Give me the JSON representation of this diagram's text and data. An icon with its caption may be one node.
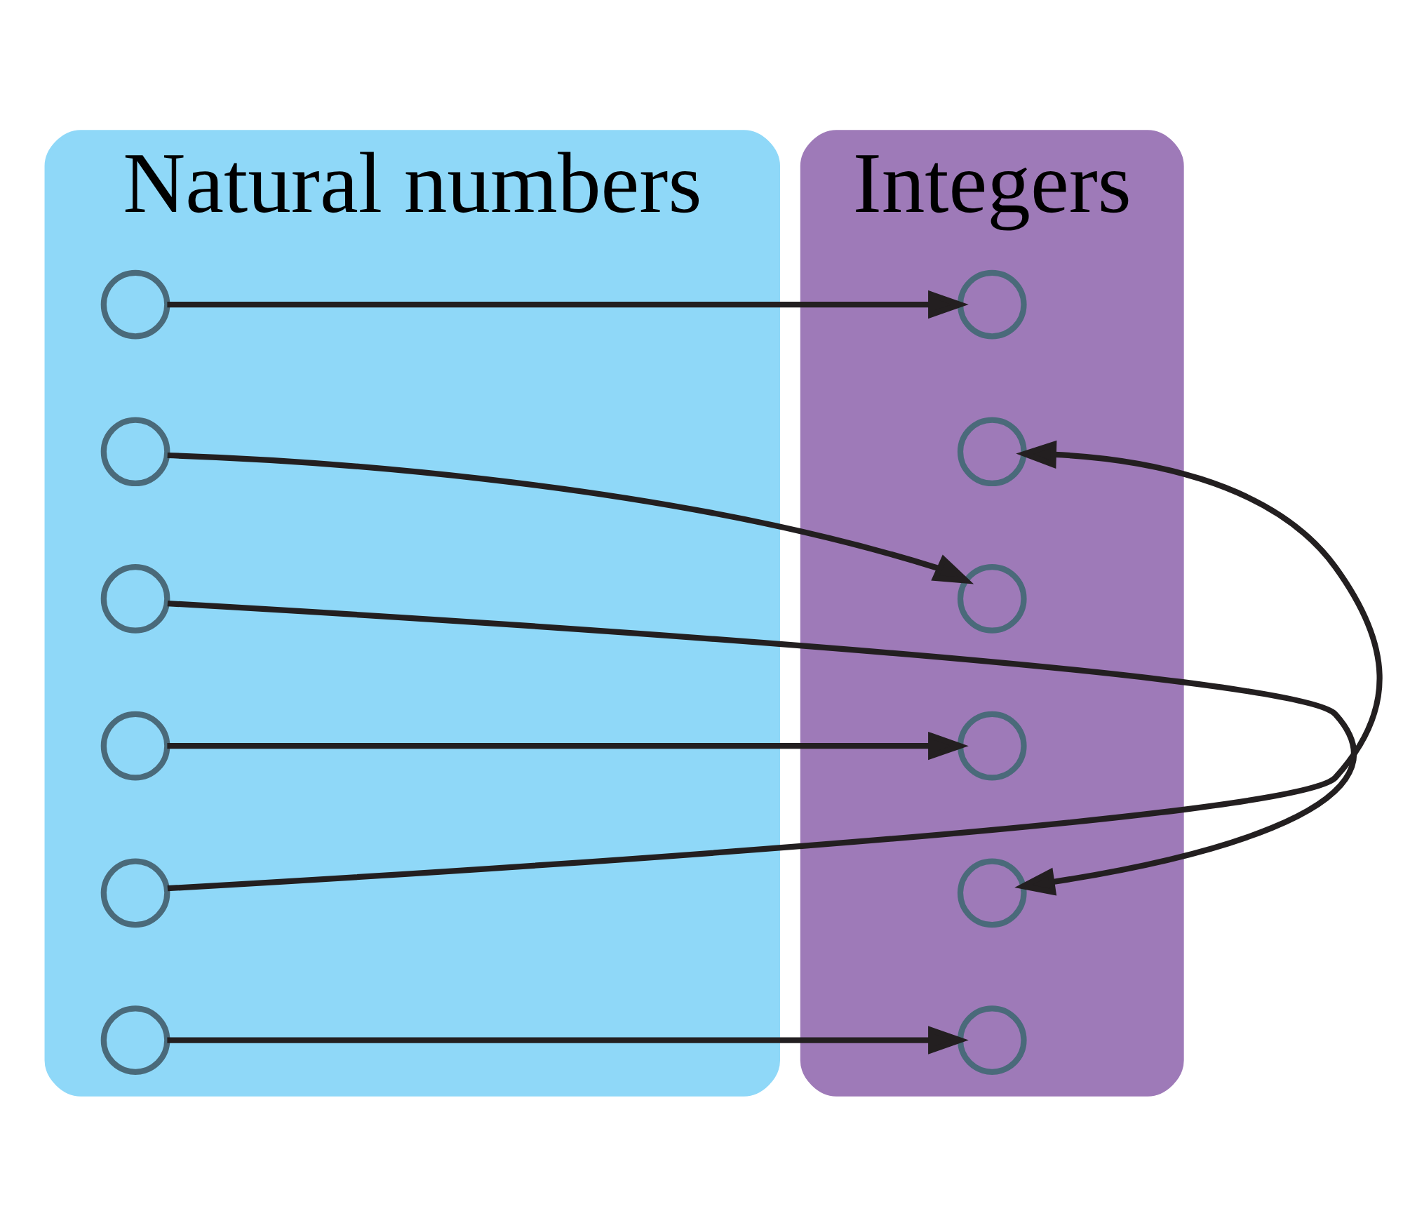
{
  "diagram": {
    "nodes": [
      {
        "text": [
          "Natural numbers"
        ]
      },
      {
        "text": [],
        "shape": "circle",
        "in": 0
      },
      {
        "text": [],
        "shape": "circle",
        "in": 0
      },
      {
        "text": [],
        "shape": "circle",
        "in": 0
      },
      {
        "text": [],
        "shape": "circle",
        "in": 0
      },
      {
        "text": [],
        "shape": "circle",
        "in": 0
      },
      {
        "text": [],
        "shape": "circle",
        "in": 0
      },
      {
        "text": [
          "Integers"
        ]
      },
      {
        "text": [],
        "shape": "circle",
        "in": 7
      },
      {
        "text": [],
        "shape": "circle",
        "in": 7
      },
      {
        "text": [],
        "shape": "circle",
        "in": 7
      },
      {
        "text": [],
        "shape": "circle",
        "in": 7
      },
      {
        "text": [],
        "shape": "circle",
        "in": 7
      },
      {
        "text": [],
        "shape": "circle",
        "in": 7
      }
    ],
    "edges": [
      {
        "from": 1,
        "to": 8,
        "arrow": "to"
      },
      {
        "from": 2,
        "to": 10,
        "arrow": "to"
      },
      {
        "from": 3,
        "to": 12,
        "arrow": "to"
      },
      {
        "from": 4,
        "to": 11,
        "arrow": "to"
      },
      {
        "from": 5,
        "to": 9,
        "arrow": "to"
      },
      {
        "from": 6,
        "to": 13,
        "arrow": "to"
      }
    ]
  }
}
